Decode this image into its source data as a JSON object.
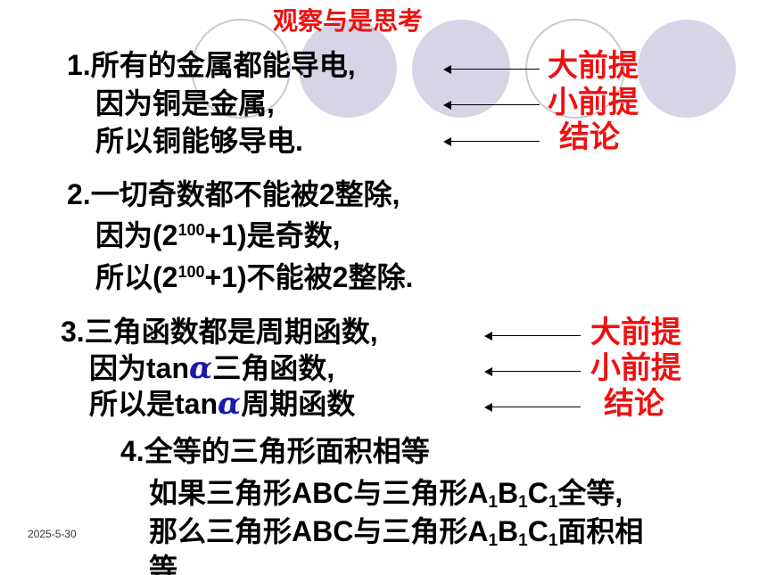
{
  "title": "观察与是思考",
  "labels": {
    "major": "大前提",
    "minor": "小前提",
    "conclusion": "结论"
  },
  "ex1": {
    "major": "1.所有的金属都能导电,",
    "minor": "因为铜是金属,",
    "conclusion": "所以铜能够导电."
  },
  "ex2": {
    "major": "2.一切奇数都不能被2整除,",
    "minor_before": "因为(2",
    "exponent": "100",
    "minor_after": "+1)是奇数,",
    "conclusion_before": "所以(2",
    "conclusion_after": "+1)不能被2整除."
  },
  "ex3": {
    "major": "3.三角函数都是周期函数,",
    "minor_before": "因为tan",
    "alpha": "α",
    "minor_after": "三角函数,",
    "conclusion_before": "所以是tan",
    "conclusion_after": "周期函数"
  },
  "ex4": {
    "major": "4.全等的三角形面积相等",
    "minor_before": "如果三角形ABC与三角形",
    "A": "A",
    "B": "B",
    "C": "C",
    "index": "1",
    "minor_after": "全等,",
    "conclusion_before": "那么三角形ABC与三角形",
    "conclusion_after": "面积相",
    "conclusion_wrap": "等"
  },
  "date": "2025-5-30"
}
